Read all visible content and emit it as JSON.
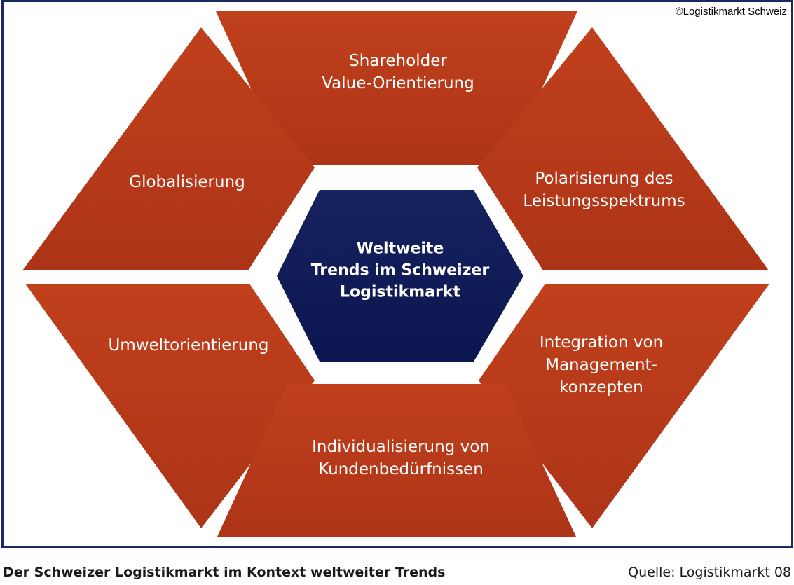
{
  "copyright": "©Logistikmarkt Schweiz",
  "center": {
    "label": "Weltweite\nTrends im Schweizer\nLogistikmarkt"
  },
  "segments": {
    "top": "Shareholder\nValue-Orientierung",
    "upper_left": "Globalisierung",
    "upper_right": "Polarisierung des\nLeistungsspektrums",
    "lower_left": "Umweltorientierung",
    "lower_right": "Integration von\nManagement-\nkonzepten",
    "bottom": "Individualisierung von\nKundenbedürfnissen"
  },
  "caption": {
    "title": "Der Schweizer Logistikmarkt im Kontext weltweiter Trends",
    "source": "Quelle: Logistikmarkt 08"
  },
  "colors": {
    "segment_fill": "#b8381a",
    "center_fill": "#101c57",
    "frame_border": "#1b2a5c",
    "text_on_shape": "#ffffff"
  }
}
